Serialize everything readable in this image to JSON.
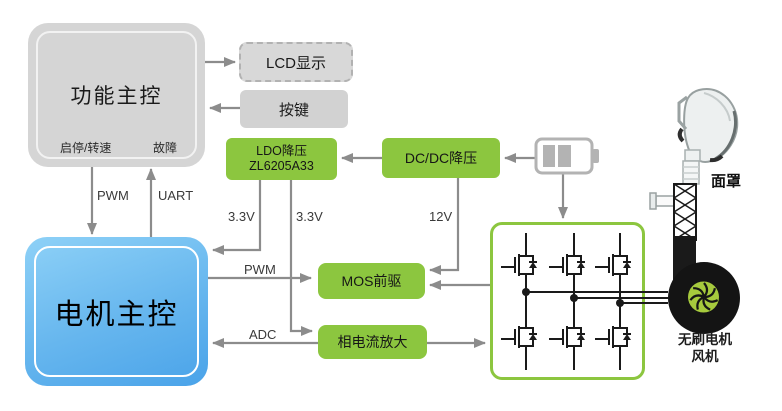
{
  "diagram": {
    "function_mcu": {
      "label": "功能主控",
      "sub_left": "启停/转速",
      "sub_right": "故障"
    },
    "lcd_label": "LCD显示",
    "keys_label": "按键",
    "ldo": {
      "line1": "LDO降压",
      "line2": "ZL6205A33"
    },
    "dcdc_label": "DC/DC降压",
    "motor_mcu_label": "电机主控",
    "mos_driver_label": "MOS前驱",
    "phase_amp_label": "相电流放大",
    "mask_label": "面罩",
    "blower": {
      "line1": "无刷电机",
      "line2": "风机"
    },
    "signals": {
      "pwm_top": "PWM",
      "uart": "UART",
      "v33_left": "3.3V",
      "v33_right": "3.3V",
      "v12": "12V",
      "pwm_mid": "PWM",
      "adc": "ADC"
    },
    "colors": {
      "green": "#8cc63f",
      "gray_box": "#d5d5d5",
      "blue_start": "#8ed1f7",
      "blue_end": "#4aa3e9",
      "arrow_gray": "#8c8c8c",
      "schematic_black": "#1a1a1a",
      "fan_green": "#a6ca3d",
      "battery_gray": "#b3b3b3"
    }
  }
}
